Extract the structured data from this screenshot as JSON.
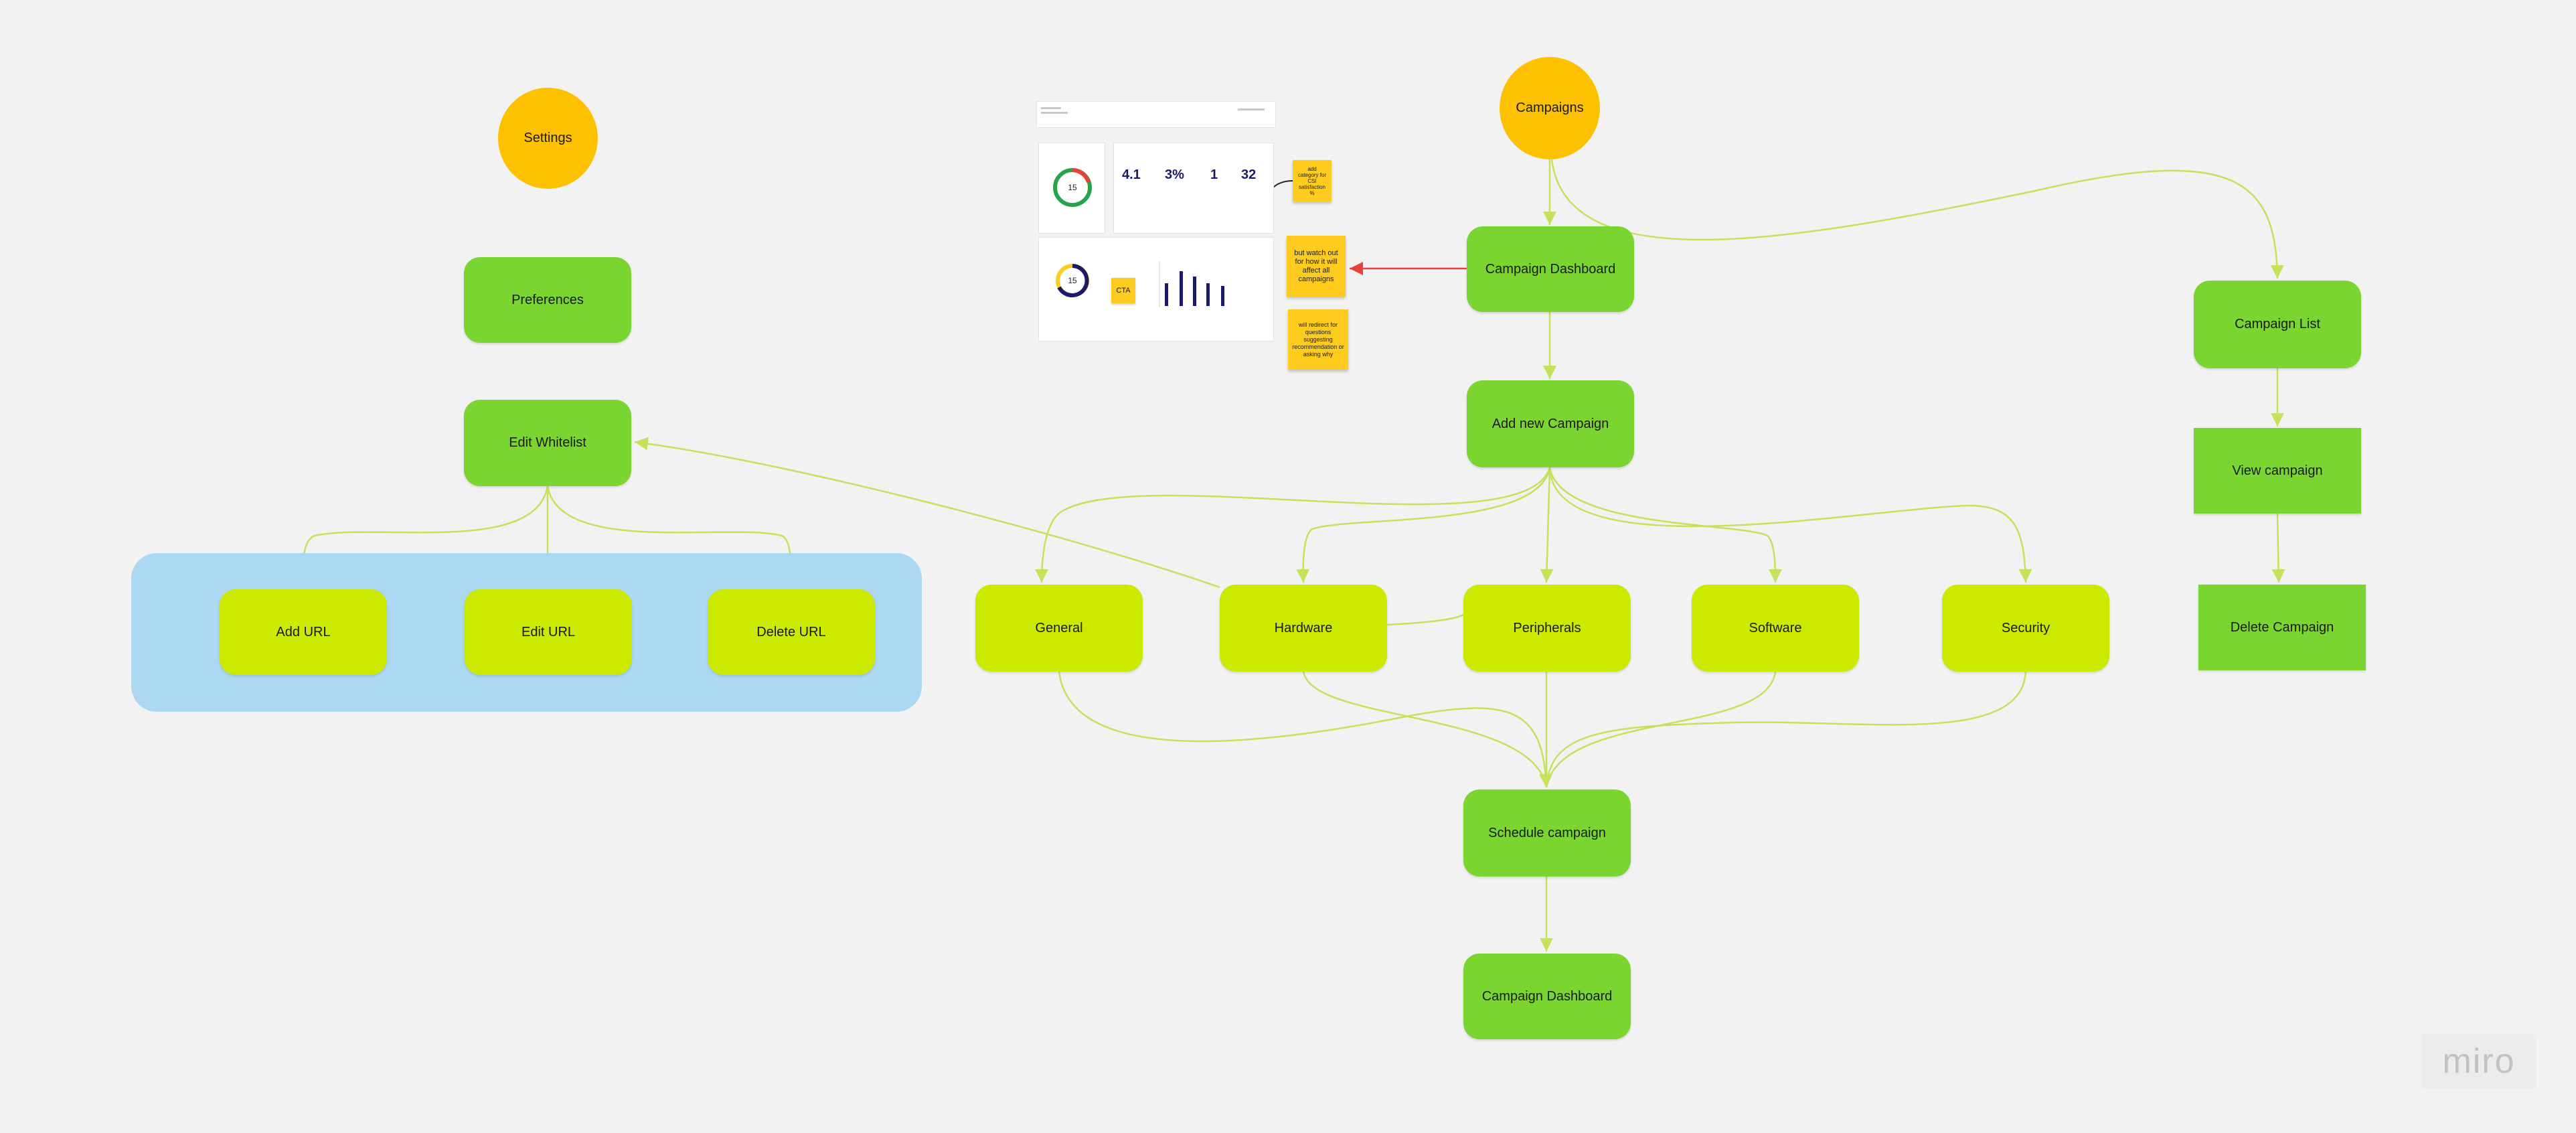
{
  "circles": {
    "settings": "Settings",
    "campaigns": "Campaigns"
  },
  "settings_branch": {
    "preferences": "Preferences",
    "edit_whitelist": "Edit Whitelist",
    "add_url": "Add URL",
    "edit_url": "Edit URL",
    "delete_url": "Delete URL"
  },
  "campaign_flow": {
    "campaign_dashboard_top": "Campaign Dashboard",
    "add_new_campaign": "Add new Campaign",
    "general": "General",
    "hardware": "Hardware",
    "peripherals": "Peripherals",
    "software": "Software",
    "security": "Security",
    "schedule_campaign": "Schedule campaign",
    "campaign_dashboard_bottom": "Campaign Dashboard"
  },
  "campaign_list_branch": {
    "campaign_list": "Campaign List",
    "view_campaign": "View campaign",
    "delete_campaign": "Delete Campaign"
  },
  "stickies": {
    "note_category": "add category for CSI satisfaction %",
    "note_watch": "but watch out for how it will affect all campaigns",
    "note_redirect": "will redirect for questions suggesting recommendation or asking why"
  },
  "embedded_screenshot": {
    "metric_1": "4.1",
    "metric_2": "3%",
    "metric_3": "1",
    "metric_4": "32",
    "donut_1": "15",
    "donut_2": "15",
    "cta": "CTA"
  },
  "colors": {
    "background": "#f2f2f2",
    "circle": "#fdc100",
    "card_dark": "#7ad531",
    "card_lime": "#cbea00",
    "frame": "#acd8f2",
    "sticky": "#fecb1f",
    "connector": "#c6e15a",
    "connector_accent": "#e8413c"
  },
  "brand": {
    "logo": "miro"
  }
}
